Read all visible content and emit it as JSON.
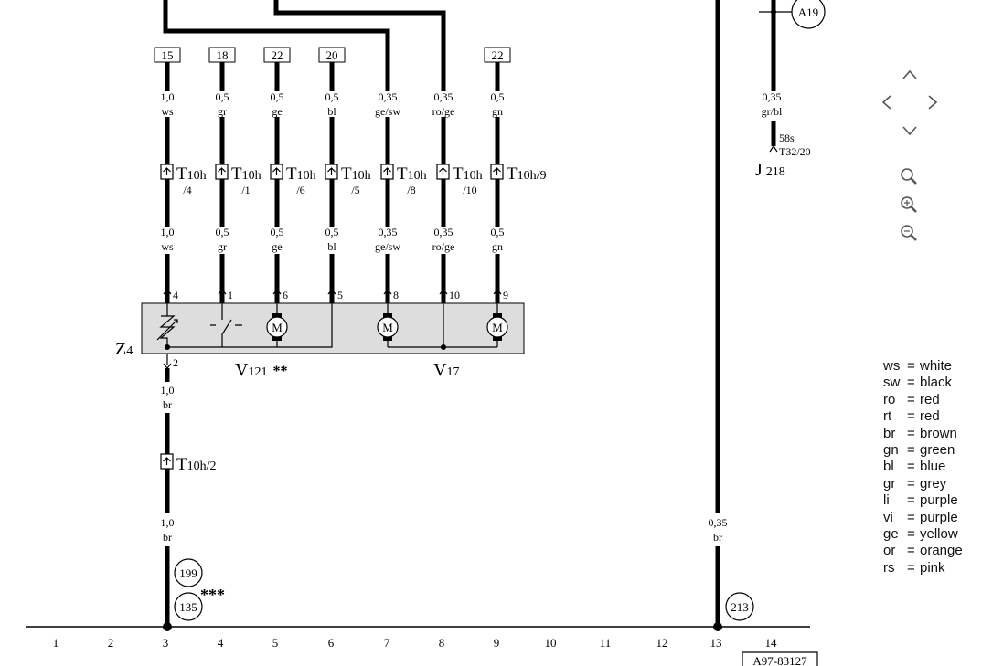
{
  "terminals": [
    {
      "label": "15"
    },
    {
      "label": "18"
    },
    {
      "label": "22"
    },
    {
      "label": "20"
    },
    {
      "label": "22"
    }
  ],
  "wires": [
    {
      "top_size": "1,0",
      "top_color": "ws",
      "connector": "T10h",
      "conn_sub": "/4",
      "bot_size": "1,0",
      "bot_color": "ws",
      "pin": "4"
    },
    {
      "top_size": "0,5",
      "top_color": "gr",
      "connector": "T10h",
      "conn_sub": "/1",
      "bot_size": "0,5",
      "bot_color": "gr",
      "pin": "1"
    },
    {
      "top_size": "0,5",
      "top_color": "ge",
      "connector": "T10h",
      "conn_sub": "/6",
      "bot_size": "0,5",
      "bot_color": "ge",
      "pin": "6"
    },
    {
      "top_size": "0,5",
      "top_color": "bl",
      "connector": "T10h",
      "conn_sub": "/5",
      "bot_size": "0,5",
      "bot_color": "bl",
      "pin": "5"
    },
    {
      "top_size": "0,35",
      "top_color": "ge/sw",
      "connector": "T10h",
      "conn_sub": "/8",
      "bot_size": "0,35",
      "bot_color": "ge/sw",
      "pin": "8"
    },
    {
      "top_size": "0,35",
      "top_color": "ro/ge",
      "connector": "T10h",
      "conn_sub": "/10",
      "bot_size": "0,35",
      "bot_color": "ro/ge",
      "pin": "10"
    },
    {
      "top_size": "0,5",
      "top_color": "gn",
      "connector": "T10h/9",
      "conn_sub": "",
      "bot_size": "0,5",
      "bot_color": "gn",
      "pin": "9"
    }
  ],
  "components": {
    "z4_main": "Z",
    "z4_sub": "4",
    "v121_main": "V",
    "v121_sub": "121",
    "v121_mark": "**",
    "v17_main": "V",
    "v17_sub": "17",
    "motor_label": "M"
  },
  "lower_wire": {
    "pin": "2",
    "top_size": "1,0",
    "top_color": "br",
    "connector_main": "T",
    "connector_sub": "10h/2",
    "bot_size": "1,0",
    "bot_color": "br",
    "ref_a": "199",
    "ref_b": "135",
    "mark": "***"
  },
  "right_wire": {
    "ref_top": "A19",
    "size": "0,35",
    "color": "gr/bl",
    "pin_label": "58s",
    "conn_label": "T32/20",
    "comp_main": "J",
    "comp_sub": "218"
  },
  "ground_wire": {
    "size": "0,35",
    "color": "br",
    "ref": "213"
  },
  "grid": {
    "numbers": [
      "1",
      "2",
      "3",
      "4",
      "5",
      "6",
      "7",
      "8",
      "9",
      "10",
      "11",
      "12",
      "13",
      "14"
    ],
    "code": "A97-83127"
  },
  "legend": [
    {
      "code": "ws",
      "name": "white"
    },
    {
      "code": "sw",
      "name": "black"
    },
    {
      "code": "ro",
      "name": "red"
    },
    {
      "code": "rt",
      "name": "red"
    },
    {
      "code": "br",
      "name": "brown"
    },
    {
      "code": "gn",
      "name": "green"
    },
    {
      "code": "bl",
      "name": "blue"
    },
    {
      "code": "gr",
      "name": "grey"
    },
    {
      "code": "li",
      "name": "purple"
    },
    {
      "code": "vi",
      "name": "purple"
    },
    {
      "code": "ge",
      "name": "yellow"
    },
    {
      "code": "or",
      "name": "orange"
    },
    {
      "code": "rs",
      "name": "pink"
    }
  ],
  "colors": {
    "wire": "#000000",
    "module_fill": "#dddddd",
    "nav_icon": "#555555"
  }
}
